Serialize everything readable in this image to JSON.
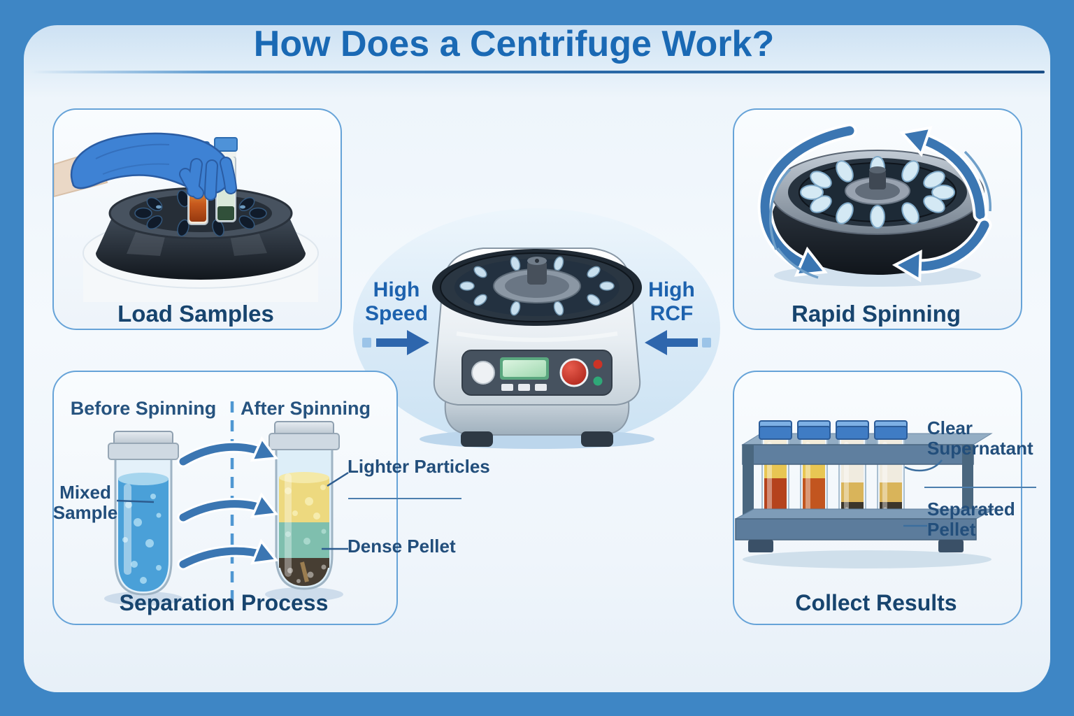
{
  "title": "How Does a Centrifuge Work?",
  "machine": {
    "left_caption": "High Speed",
    "right_caption": "High RCF"
  },
  "panels": {
    "load": {
      "caption": "Load Samples"
    },
    "spin": {
      "caption": "Rapid Spinning"
    },
    "separation": {
      "caption": "Separation Process",
      "before": "Before Spinning",
      "after": "After Spinning",
      "mixed": "Mixed Sample",
      "lighter": "Lighter Particles",
      "dense": "Dense Pellet"
    },
    "collect": {
      "caption": "Collect Results",
      "supernatant": "Clear Supernatant",
      "pellet": "Separated Pellet"
    }
  },
  "colors": {
    "frame_blue": "#3e86c5",
    "title_blue": "#1a69b4",
    "label_navy": "#17446e",
    "arrow_blue": "#3b76b2",
    "glove_blue": "#3e82d4",
    "mixed_liquid_blue": "#4aa0d8",
    "layer_yellow": "#edd97f",
    "layer_teal": "#7fbfae",
    "pellet_dark": "#473e33",
    "tube_red": "#b5431d",
    "cap_blue": "#3f7cc4",
    "display_green": "#a5dcb4",
    "button_red": "#c5281c"
  }
}
